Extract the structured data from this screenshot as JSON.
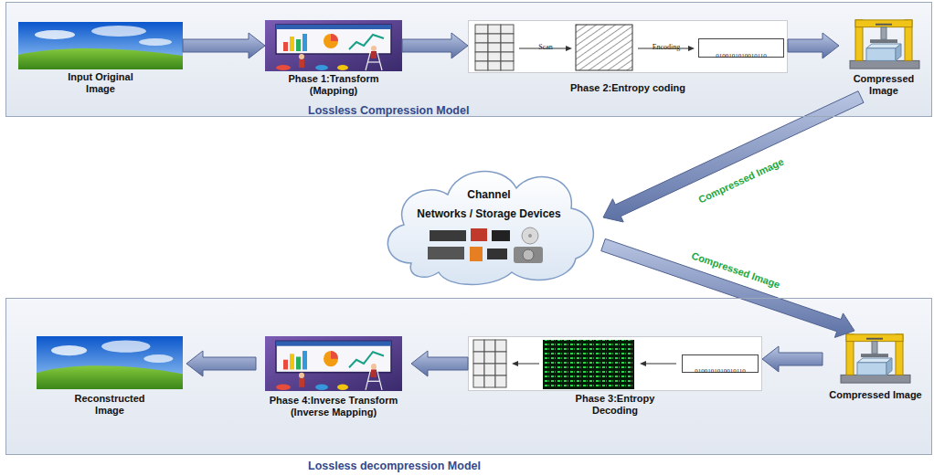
{
  "diagram": {
    "nodes": [
      {
        "text": [
          "Lossless Compression Model"
        ]
      },
      {
        "text": [
          "Input Original Image"
        ],
        "in": 0
      },
      {
        "text": [
          "Phase 1:Transform (Mapping)"
        ],
        "in": 0
      },
      {
        "text": [
          "Phase 2:Entropy coding"
        ],
        "in": 0
      },
      {
        "text": [
          "Compressed Image"
        ],
        "in": 0
      },
      {
        "text": [
          "Channel",
          "Networks / Storage Devices"
        ]
      },
      {
        "text": [
          "Lossless decompression Model"
        ]
      },
      {
        "text": [
          "Compressed Image"
        ],
        "in": 6
      },
      {
        "text": [
          "Phase 3:Entropy Decoding"
        ],
        "in": 6
      },
      {
        "text": [
          "Phase 4:Inverse Transform (Inverse Mapping)"
        ],
        "in": 6
      },
      {
        "text": [
          "Reconstructed Image"
        ],
        "in": 6
      }
    ],
    "edges": [
      {
        "from": 1,
        "to": 2,
        "arrow": "to"
      },
      {
        "from": 2,
        "to": 3,
        "arrow": "to"
      },
      {
        "from": 3,
        "to": 4,
        "arrow": "to"
      },
      {
        "from": 4,
        "to": 5,
        "label": "Compressed Image",
        "arrow": "to"
      },
      {
        "from": 5,
        "to": 7,
        "label": "Compressed Image",
        "arrow": "to"
      },
      {
        "from": 7,
        "to": 8,
        "arrow": "to"
      },
      {
        "from": 8,
        "to": 9,
        "arrow": "to"
      },
      {
        "from": 9,
        "to": 10,
        "arrow": "to"
      }
    ],
    "labels": [
      "Scan",
      "Encoding",
      "0100101010010110",
      "0100101010010110"
    ]
  }
}
